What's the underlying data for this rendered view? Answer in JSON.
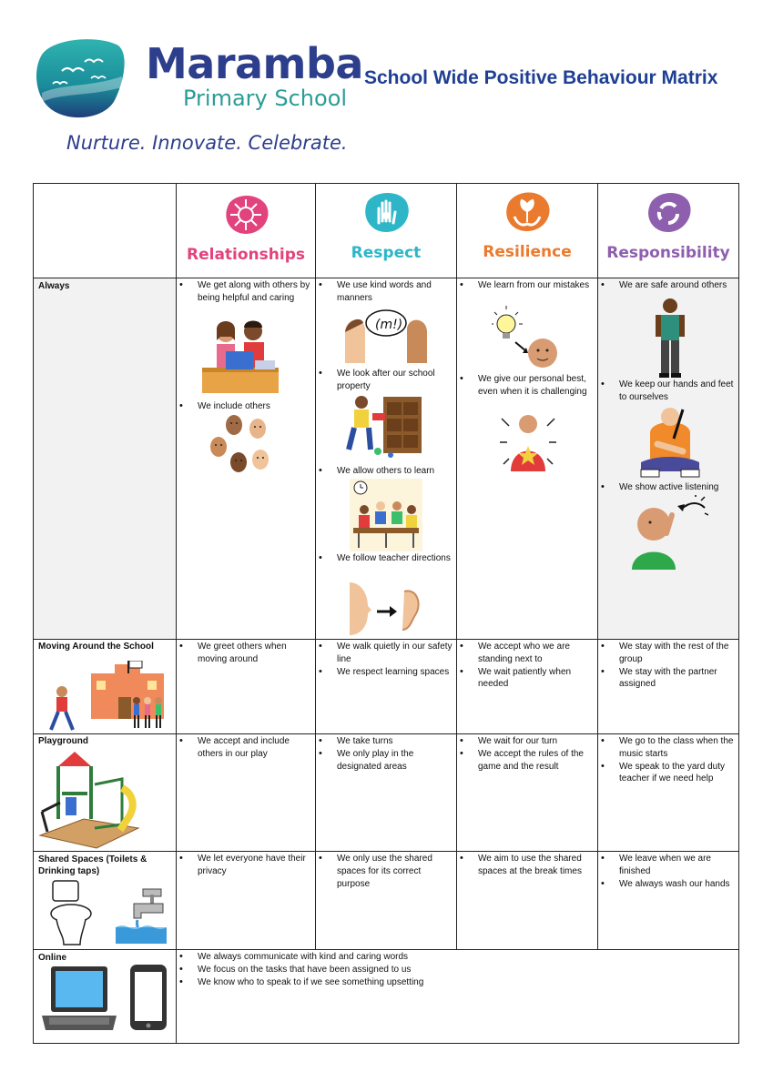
{
  "header": {
    "school_name": "Maramba",
    "school_sub": "Primary School",
    "matrix_title": "School Wide Positive Behaviour Matrix",
    "tagline": "Nurture. Innovate. Celebrate."
  },
  "values": [
    {
      "label": "Relationships",
      "color": "#e2437c"
    },
    {
      "label": "Respect",
      "color": "#2eb6c8"
    },
    {
      "label": "Resilience",
      "color": "#ea7a2e"
    },
    {
      "label": "Responsibility",
      "color": "#8e5fae"
    }
  ],
  "rows": {
    "always": {
      "label": "Always",
      "relationships": [
        "We get along with others by being helpful and caring",
        "We include others"
      ],
      "respect": [
        "We use kind words and manners",
        "We look after our school property",
        "We allow others to learn",
        "We follow teacher directions"
      ],
      "resilience": [
        "We learn from our mistakes",
        "We give our personal best, even when it is challenging"
      ],
      "responsibility": [
        "We are safe around others",
        "We keep our hands and feet to ourselves",
        "We show active listening"
      ]
    },
    "moving": {
      "label": "Moving Around the School",
      "relationships": [
        "We greet others when moving around"
      ],
      "respect": [
        "We walk quietly in our safety line",
        "We respect learning spaces"
      ],
      "resilience": [
        "We accept who we are standing next to",
        "We wait patiently when needed"
      ],
      "responsibility": [
        "We stay with the rest of the group",
        "We stay with the partner assigned"
      ]
    },
    "playground": {
      "label": "Playground",
      "relationships": [
        "We accept and include others in our play"
      ],
      "respect": [
        "We take turns",
        "We only play in the designated areas"
      ],
      "resilience": [
        "We wait for our turn",
        "We accept the rules of the game and the result"
      ],
      "responsibility": [
        "We go to the class when the music starts",
        "We speak to the yard duty teacher if we need help"
      ]
    },
    "shared": {
      "label": "Shared Spaces (Toilets & Drinking taps)",
      "relationships": [
        "We let everyone have their privacy"
      ],
      "respect": [
        "We only use the shared spaces for its correct purpose"
      ],
      "resilience": [
        "We aim to use the shared spaces at the break times"
      ],
      "responsibility": [
        "We leave when we are finished",
        "We always wash our hands"
      ]
    },
    "online": {
      "label": "Online",
      "items": [
        "We always communicate with kind and caring words",
        "We focus on the tasks that have been assigned to us",
        "We know who to speak to if we see something upsetting"
      ]
    }
  }
}
